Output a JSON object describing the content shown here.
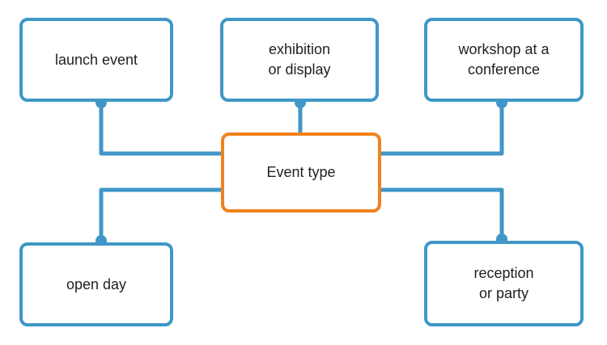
{
  "diagram": {
    "center": {
      "label": "Event type"
    },
    "nodes": [
      {
        "id": "launch",
        "label": "launch event"
      },
      {
        "id": "exhibition",
        "label": "exhibition\nor display"
      },
      {
        "id": "workshop",
        "label": "workshop at a\nconference"
      },
      {
        "id": "open",
        "label": "open day"
      },
      {
        "id": "reception",
        "label": "reception\nor party"
      }
    ],
    "colors": {
      "connector": "#3f97c7",
      "leaf_border": "#3f97c7",
      "center_border": "#f0821e",
      "text": "#1f1f1f"
    }
  }
}
